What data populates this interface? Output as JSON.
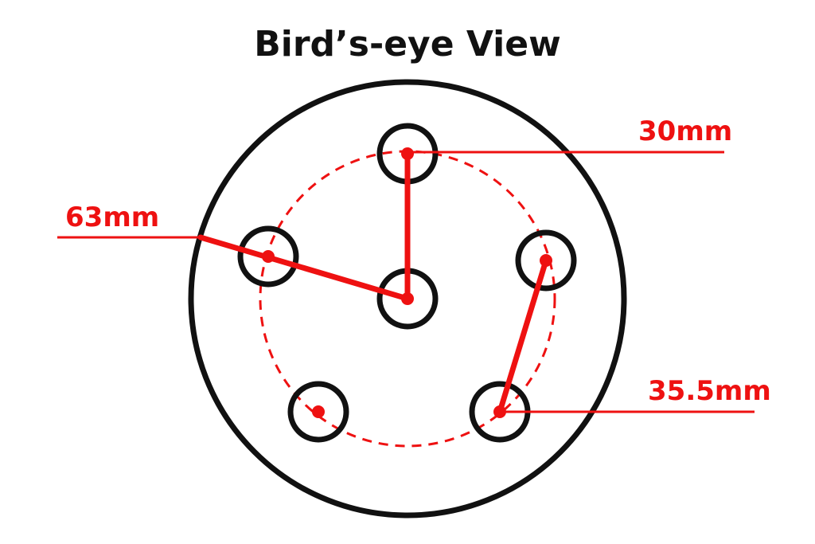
{
  "title": "Bird’s-eye View",
  "labels": {
    "hole_spacing": "30mm",
    "pitch_diameter": "63mm",
    "hole_to_hole": "35.5mm"
  },
  "colors": {
    "outline": "#111111",
    "dimension": "#ee1111",
    "background": "#ffffff"
  }
}
